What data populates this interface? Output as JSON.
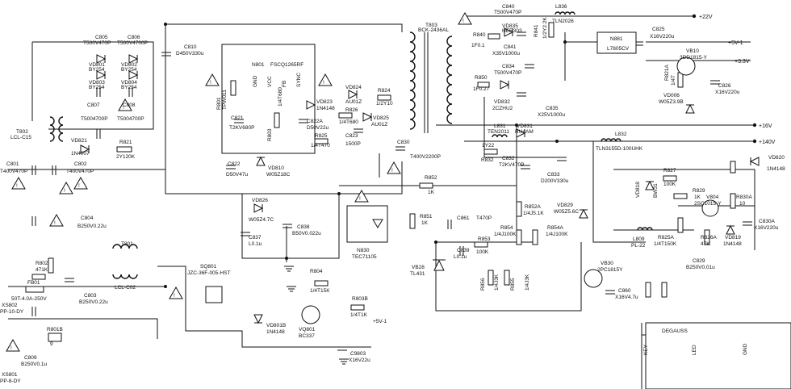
{
  "rails": [
    {
      "label": "+22V"
    },
    {
      "label": "+5V-1"
    },
    {
      "label": "+3.3V"
    },
    {
      "label": "+16V"
    },
    {
      "label": "+140V"
    }
  ],
  "components": [
    {
      "ref": "C805",
      "value": "T500V470P"
    },
    {
      "ref": "C806",
      "value": "T500V4700P"
    },
    {
      "ref": "VD801",
      "value": "BY254"
    },
    {
      "ref": "VD802",
      "value": "BY254"
    },
    {
      "ref": "VD803",
      "value": "BY254"
    },
    {
      "ref": "VD804",
      "value": "BY254"
    },
    {
      "ref": "C807",
      "value": "T5004700P"
    },
    {
      "ref": "C808",
      "value": "T5004700P"
    },
    {
      "ref": "T802",
      "value": "LCL-C15"
    },
    {
      "ref": "VD821",
      "value": "1N4007"
    },
    {
      "ref": "R821",
      "value": "2Y120K"
    },
    {
      "ref": "C801",
      "value": "T400V470P"
    },
    {
      "ref": "C802",
      "value": "T400V470P"
    },
    {
      "ref": "C804",
      "value": "B250V0.22u"
    },
    {
      "ref": "C810",
      "value": "D450V330u"
    },
    {
      "ref": "N801",
      "value": "FSCQ1265RF"
    },
    {
      "ref": "R801",
      "value": "TPW011"
    },
    {
      "ref": "C821",
      "value": "T2KV680P"
    },
    {
      "ref": "R803",
      "value": "1/4T680"
    },
    {
      "ref": "VD823",
      "value": "1N4148"
    },
    {
      "ref": "C822A",
      "value": "D50V22u"
    },
    {
      "ref": "VD824",
      "value": "AU01Z"
    },
    {
      "ref": "R826",
      "value": "1/4T680"
    },
    {
      "ref": "R824",
      "value": "1/2Y10"
    },
    {
      "ref": "VD825",
      "value": "AU01Z"
    },
    {
      "ref": "R825",
      "value": "1/4T470"
    },
    {
      "ref": "C823",
      "value": "1500P"
    },
    {
      "ref": "C822",
      "value": "D50V47u"
    },
    {
      "ref": "VD810",
      "value": "W05Z18C"
    },
    {
      "ref": "VD826",
      "value": "W05Z4.7C"
    },
    {
      "ref": "C837",
      "value": "L0.1u"
    },
    {
      "ref": "C838",
      "value": "B50V0.022u"
    },
    {
      "ref": "N830",
      "value": "TEC71105"
    },
    {
      "ref": "C830",
      "value": "T400V2200P"
    },
    {
      "ref": "T803",
      "value": "BCK-2436AL"
    },
    {
      "ref": "C840",
      "value": "T500V470P"
    },
    {
      "ref": "L836",
      "value": "TLN2026"
    },
    {
      "ref": "VD835",
      "value": "HER303"
    },
    {
      "ref": "R840",
      "value": "1F0.1"
    },
    {
      "ref": "C841",
      "value": "X35V1000u"
    },
    {
      "ref": "R841",
      "value": "1/2Y2.2K"
    },
    {
      "ref": "N881",
      "value": "L7805CV"
    },
    {
      "ref": "C825",
      "value": "X16V220u"
    },
    {
      "ref": "VB10",
      "value": "3DD1815-Y"
    },
    {
      "ref": "R821A",
      "value": "1/4T"
    },
    {
      "ref": "C826",
      "value": "X16V220u"
    },
    {
      "ref": "VD006",
      "value": "W05Z3.9B"
    },
    {
      "ref": "C834",
      "value": "T500V470P"
    },
    {
      "ref": "R850",
      "value": "1F0.27"
    },
    {
      "ref": "VD832",
      "value": "2CZHU2"
    },
    {
      "ref": "C835",
      "value": "X25V1000u"
    },
    {
      "ref": "L831",
      "value": "TEN2011"
    },
    {
      "ref": "VD831",
      "value": "RU4AM"
    },
    {
      "ref": "R832",
      "value": "1Y22"
    },
    {
      "ref": "C832",
      "value": "T2KV470P"
    },
    {
      "ref": "L832",
      "value": "TLN3155D-100UHK"
    },
    {
      "ref": "C833",
      "value": "D200V330u"
    },
    {
      "ref": "R852",
      "value": "1K"
    },
    {
      "ref": "R851",
      "value": "1K"
    },
    {
      "ref": "C861",
      "value": "T470P"
    },
    {
      "ref": "R852A",
      "value": "1/4J5.1K"
    },
    {
      "ref": "R854",
      "value": "1/4J100K"
    },
    {
      "ref": "R854A",
      "value": "1/4J100K"
    },
    {
      "ref": "C839",
      "value": "L0.1u"
    },
    {
      "ref": "R853",
      "value": "100K"
    },
    {
      "ref": "VD829",
      "value": "W05Z5.6C"
    },
    {
      "ref": "VB28",
      "value": "TL431"
    },
    {
      "ref": "R856",
      "value": "1/4J3K"
    },
    {
      "ref": "R855",
      "value": "1/4J3K"
    },
    {
      "ref": "VB30",
      "value": "2PC1815Y"
    },
    {
      "ref": "C860",
      "value": "X16V4.7u"
    },
    {
      "ref": "R827",
      "value": "100K"
    },
    {
      "ref": "R829",
      "value": "1K"
    },
    {
      "ref": "VD818",
      "value": "BW31"
    },
    {
      "ref": "V804",
      "value": "2SC1015-Y"
    },
    {
      "ref": "R830A",
      "value": "10"
    },
    {
      "ref": "VD820",
      "value": "1N4148"
    },
    {
      "ref": "C830A",
      "value": "X16V220u"
    },
    {
      "ref": "R826A",
      "value": "47K"
    },
    {
      "ref": "VD819",
      "value": "1N4148"
    },
    {
      "ref": "R825A",
      "value": "1/4T150K"
    },
    {
      "ref": "L809",
      "value": "PL-22"
    },
    {
      "ref": "C829",
      "value": "B250V0.01u"
    },
    {
      "ref": "R802",
      "value": "471K"
    },
    {
      "ref": "FB01",
      "value": "50T-4.0A-250V"
    },
    {
      "ref": "C803",
      "value": "B250V0.22u"
    },
    {
      "ref": "T801",
      "value": "LCL-C02"
    },
    {
      "ref": "XS802",
      "value": "PP-10-DY"
    },
    {
      "ref": "SQ801",
      "value": "JZC-36F-005-HST"
    },
    {
      "ref": "R804",
      "value": "1/4T15K"
    },
    {
      "ref": "VD801B",
      "value": "1N4148"
    },
    {
      "ref": "VQ801",
      "value": "BC337"
    },
    {
      "ref": "R803B",
      "value": "1/4T1K"
    },
    {
      "ref": "R801B",
      "value": "9"
    },
    {
      "ref": "C809",
      "value": "B250V0.1u"
    },
    {
      "ref": "XS801",
      "value": "PP-8-DY"
    },
    {
      "ref": "C9803",
      "value": "X16V22u"
    }
  ],
  "connector_labels": {
    "supply": "+5V-1",
    "degauss": "DEGAUSS",
    "key": "KEY",
    "led": "LED",
    "gnd_pin": "GND"
  },
  "ic_pins": [
    "GND",
    "VCC",
    "FB",
    "SYNC"
  ]
}
